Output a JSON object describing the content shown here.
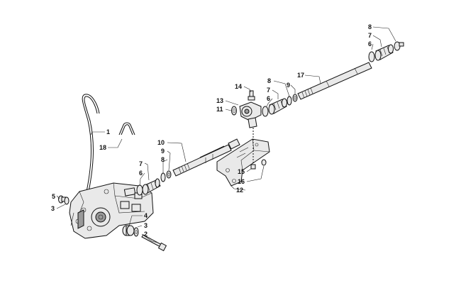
{
  "callouts": [
    {
      "id": "c1",
      "label": "1"
    },
    {
      "id": "c18",
      "label": "18"
    },
    {
      "id": "c5",
      "label": "5"
    },
    {
      "id": "c3a",
      "label": "3"
    },
    {
      "id": "c4",
      "label": "4"
    },
    {
      "id": "c3b",
      "label": "3"
    },
    {
      "id": "c2",
      "label": "2"
    },
    {
      "id": "c7a",
      "label": "7"
    },
    {
      "id": "c6a",
      "label": "6"
    },
    {
      "id": "c8a",
      "label": "8"
    },
    {
      "id": "c9a",
      "label": "9"
    },
    {
      "id": "c10",
      "label": "10"
    },
    {
      "id": "c13",
      "label": "13"
    },
    {
      "id": "c11",
      "label": "11"
    },
    {
      "id": "c14",
      "label": "14"
    },
    {
      "id": "c8b",
      "label": "8"
    },
    {
      "id": "c7b",
      "label": "7"
    },
    {
      "id": "c6b",
      "label": "6"
    },
    {
      "id": "c9b",
      "label": "9"
    },
    {
      "id": "c17",
      "label": "17"
    },
    {
      "id": "c8c",
      "label": "8"
    },
    {
      "id": "c7c",
      "label": "7"
    },
    {
      "id": "c6c",
      "label": "6"
    },
    {
      "id": "c15",
      "label": "15"
    },
    {
      "id": "c16",
      "label": "16"
    },
    {
      "id": "c12",
      "label": "12"
    }
  ]
}
